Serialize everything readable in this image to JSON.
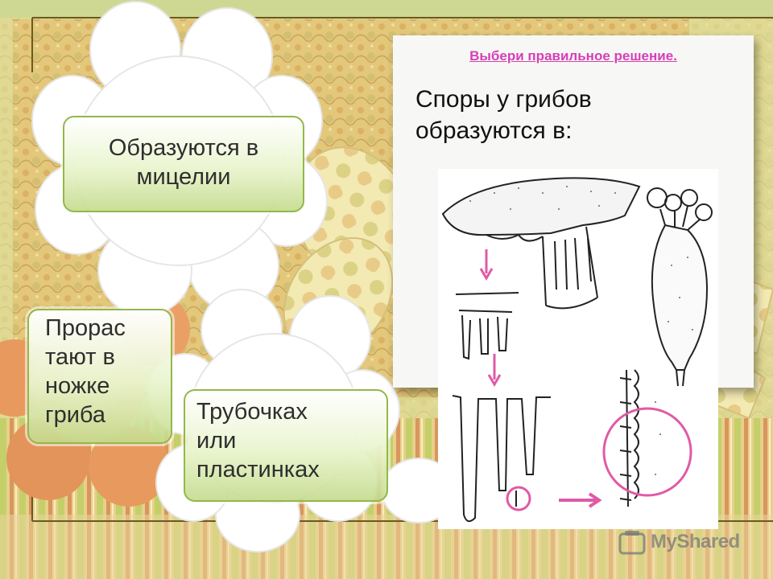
{
  "slide": {
    "instruction": "Выбери правильное решение.",
    "question_line1": "Споры у грибов",
    "question_line2": "образуются в:"
  },
  "answers": [
    {
      "id": "mycelium",
      "lines": [
        "Образуются в",
        "мицелии"
      ]
    },
    {
      "id": "stem",
      "lines": [
        "Прорас",
        "тают в",
        "ножке",
        "гриба"
      ]
    },
    {
      "id": "tubes",
      "lines": [
        "Трубочках",
        "или",
        "пластинках"
      ]
    }
  ],
  "watermark": {
    "text": "MyShared"
  },
  "colors": {
    "instruction": "#d63fb6",
    "answer_border": "#93b84a",
    "highlight_circle": "#e05aa6",
    "arrow": "#e05aa6"
  }
}
